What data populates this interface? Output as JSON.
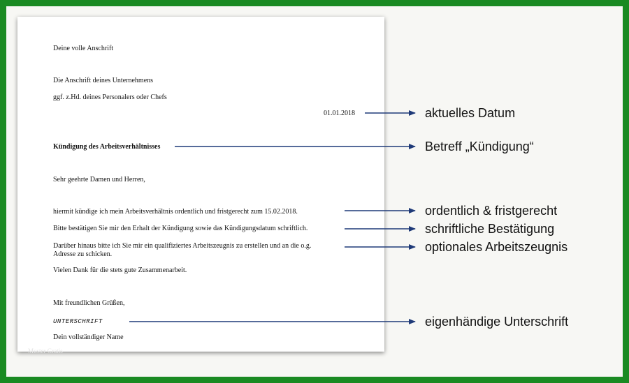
{
  "letter": {
    "sender": "Deine volle Anschrift",
    "company": "Die Anschrift deines Unternehmens",
    "attention": "ggf. z.Hd. deines Personalers oder Chefs",
    "date": "01.01.2018",
    "subject": "Kündigung des Arbeitsverhältnisses",
    "salutation": "Sehr geehrte Damen und Herren,",
    "body1": "hiermit kündige ich mein Arbeitsverhältnis ordentlich und fristgerecht zum 15.02.2018.",
    "body2": "Bitte bestätigen Sie mir den Erhalt der Kündigung sowie das Kündigungsdatum schriftlich.",
    "body3_line1": "Darüber hinaus bitte ich Sie mir ein qualifiziertes Arbeitszeugnis zu erstellen und an die o.g.",
    "body3_line2": "Adresse zu schicken.",
    "body4": "Vielen Dank für die stets gute Zusammenarbeit.",
    "closing": "Mit freundlichen Grüßen,",
    "signature": "UNTERSCHRIFT",
    "name": "Dein vollständiger Name",
    "watermark": "Muster Gratis"
  },
  "annotations": {
    "date": "aktuelles Datum",
    "subject": "Betreff „Kündigung“",
    "ordentlich": "ordentlich & fristgerecht",
    "confirmation": "schriftliche Bestätigung",
    "reference": "optionales Arbeitszeugnis",
    "signature": "eigenhändige Unterschrift"
  },
  "colors": {
    "border": "#1a8a22",
    "background": "#f7f7f4",
    "arrow": "#1f3a78"
  }
}
